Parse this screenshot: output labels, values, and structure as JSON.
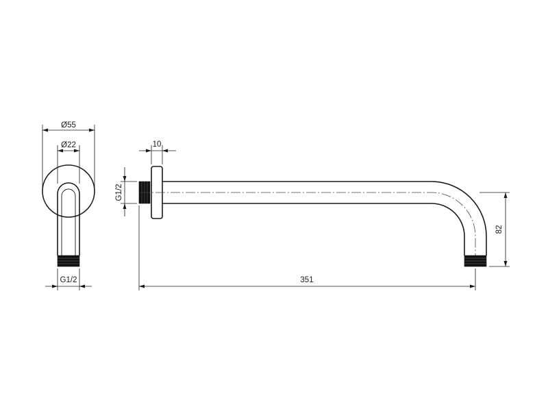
{
  "dimensions": {
    "outer_diameter": "Ø55",
    "inner_diameter": "Ø22",
    "thread_front": "G1/2",
    "thread_side": "G1/2",
    "flange_thickness": "10",
    "length": "351",
    "drop_height": "82"
  },
  "colors": {
    "line": "#1a1a1a",
    "background": "#ffffff"
  }
}
